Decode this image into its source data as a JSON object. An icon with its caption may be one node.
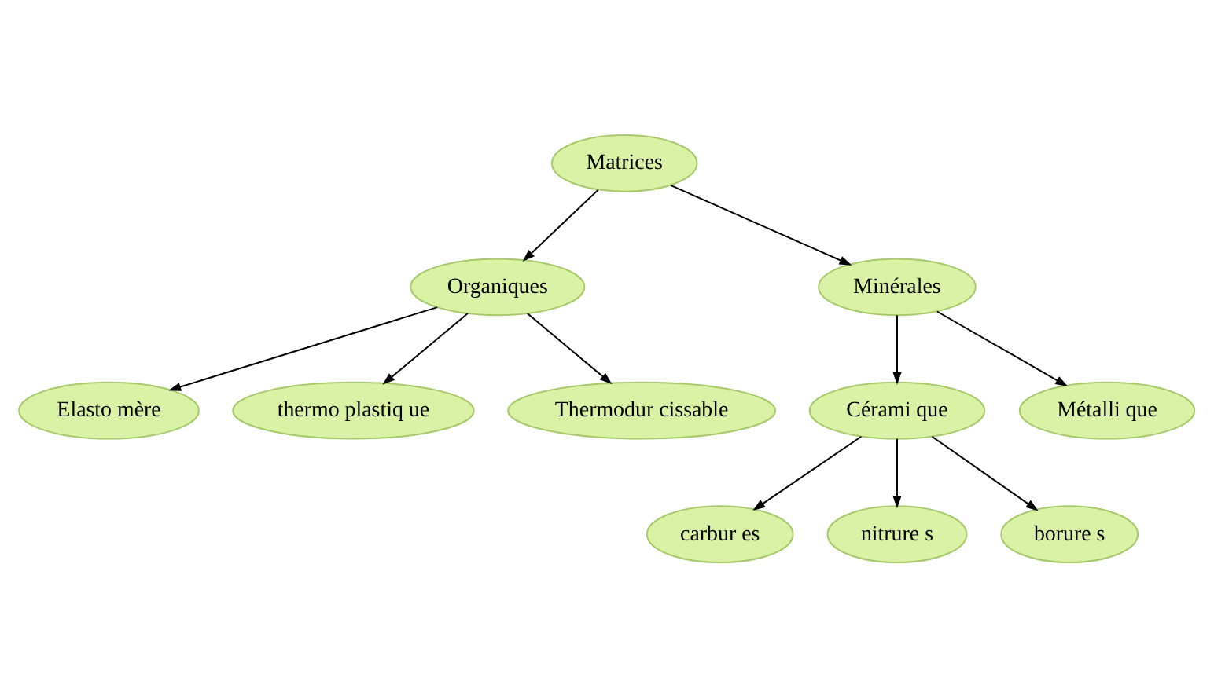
{
  "diagram": {
    "nodes": [
      {
        "text": [
          "Matrices"
        ]
      },
      {
        "text": [
          "Organiques"
        ]
      },
      {
        "text": [
          "Minérales"
        ]
      },
      {
        "text": [
          "Elasto mère"
        ]
      },
      {
        "text": [
          "thermo plastiq ue"
        ]
      },
      {
        "text": [
          "Thermodur cissable"
        ]
      },
      {
        "text": [
          "Cérami que"
        ]
      },
      {
        "text": [
          "Métalli que"
        ]
      },
      {
        "text": [
          "carbur es"
        ]
      },
      {
        "text": [
          "nitrure s"
        ]
      },
      {
        "text": [
          "borure s"
        ]
      }
    ],
    "edges": [
      {
        "from": 0,
        "to": 1,
        "arrow": "to"
      },
      {
        "from": 0,
        "to": 2,
        "arrow": "to"
      },
      {
        "from": 1,
        "to": 3,
        "arrow": "to"
      },
      {
        "from": 1,
        "to": 4,
        "arrow": "to"
      },
      {
        "from": 1,
        "to": 5,
        "arrow": "to"
      },
      {
        "from": 2,
        "to": 6,
        "arrow": "to"
      },
      {
        "from": 2,
        "to": 7,
        "arrow": "to"
      },
      {
        "from": 6,
        "to": 8,
        "arrow": "to"
      },
      {
        "from": 6,
        "to": 9,
        "arrow": "to"
      },
      {
        "from": 6,
        "to": 10,
        "arrow": "to"
      }
    ]
  }
}
